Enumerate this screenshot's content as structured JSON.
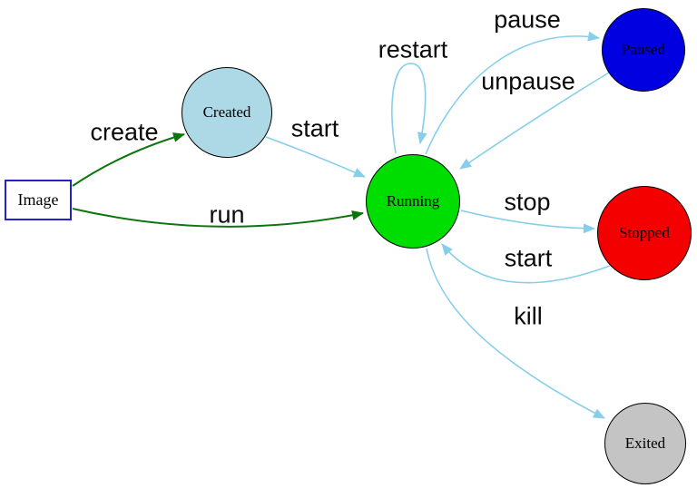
{
  "diagram": {
    "type": "state-diagram",
    "nodes": [
      {
        "id": "image",
        "label": "Image",
        "shape": "rectangle",
        "fill": "#ffffff",
        "border": "#2222cc"
      },
      {
        "id": "created",
        "label": "Created",
        "shape": "circle",
        "fill": "#add8e6",
        "border": "#000000"
      },
      {
        "id": "running",
        "label": "Running",
        "shape": "circle",
        "fill": "#00dd00",
        "border": "#000000"
      },
      {
        "id": "paused",
        "label": "Paused",
        "shape": "circle",
        "fill": "#0000e0",
        "border": "#000000"
      },
      {
        "id": "stopped",
        "label": "Stopped",
        "shape": "circle",
        "fill": "#f40000",
        "border": "#000000"
      },
      {
        "id": "exited",
        "label": "Exited",
        "shape": "circle",
        "fill": "#c4c4c4",
        "border": "#000000"
      }
    ],
    "edges": [
      {
        "label": "create",
        "from": "image",
        "to": "created",
        "color": "#0d750d"
      },
      {
        "label": "run",
        "from": "image",
        "to": "running",
        "color": "#0d750d"
      },
      {
        "label": "start",
        "from": "created",
        "to": "running",
        "color": "#87ceeb"
      },
      {
        "label": "restart",
        "from": "running",
        "to": "running",
        "color": "#87ceeb"
      },
      {
        "label": "pause",
        "from": "running",
        "to": "paused",
        "color": "#87ceeb"
      },
      {
        "label": "unpause",
        "from": "paused",
        "to": "running",
        "color": "#87ceeb"
      },
      {
        "label": "stop",
        "from": "running",
        "to": "stopped",
        "color": "#87ceeb"
      },
      {
        "label": "start",
        "from": "stopped",
        "to": "running",
        "color": "#87ceeb"
      },
      {
        "label": "kill",
        "from": "running",
        "to": "exited",
        "color": "#87ceeb"
      }
    ],
    "colors": {
      "edge_blue": "#87ceeb",
      "edge_green": "#0d750d",
      "background": "#ffffff",
      "label_text": "#0a0a0a"
    }
  }
}
